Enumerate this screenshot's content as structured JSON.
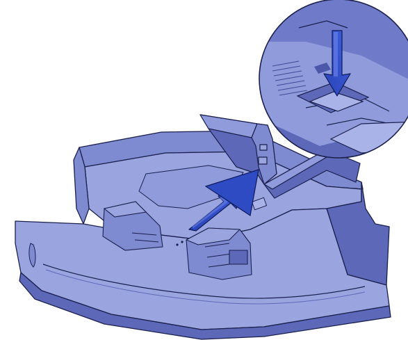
{
  "figure": {
    "subject": "paper-tray",
    "callout": "zoom-inset",
    "action": "press-release-tab-and-slide-guide",
    "colors": {
      "tray_light": "#9aa5e0",
      "tray_mid": "#7f8bd1",
      "tray_dark": "#5d69b8",
      "tray_shadow": "#3f4a95",
      "outline": "#1a1f4d",
      "arrow_fill": "#2f4bc4",
      "arrow_highlight": "#6f86ee",
      "inset_tab": "#aab3e8"
    }
  }
}
